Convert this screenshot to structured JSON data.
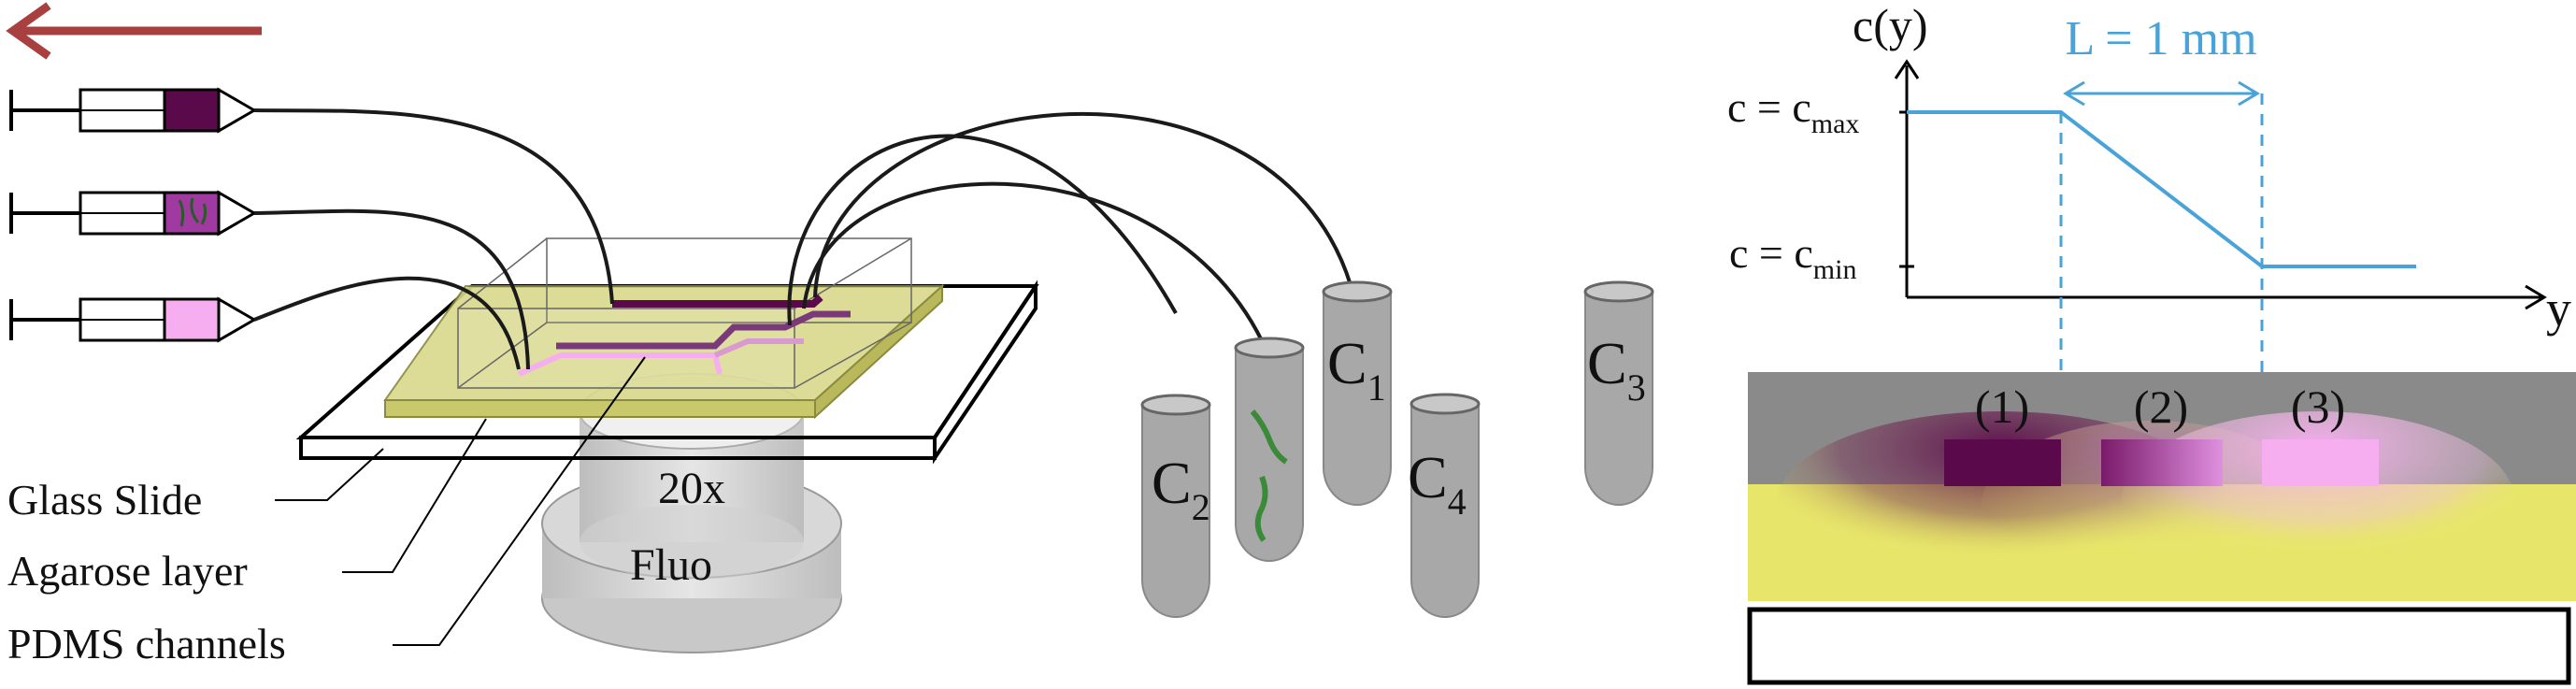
{
  "labels": {
    "glass_slide": "Glass Slide",
    "agarose_layer": "Agarose layer",
    "pdms_channels": "PDMS channels",
    "objective_mag": "20x",
    "objective_mode": "Fluo"
  },
  "tubes": [
    {
      "name": "C",
      "sub": "2"
    },
    {
      "name": "C",
      "sub": "1"
    },
    {
      "name": "C",
      "sub": "4"
    },
    {
      "name": "C",
      "sub": "3"
    }
  ],
  "graph": {
    "y_axis_label": "c(y)",
    "x_axis_label": "y",
    "cmax_prefix": "c = c",
    "cmax_sub": "max",
    "cmin_prefix": "c = c",
    "cmin_sub": "min",
    "length_label": "L = 1 mm",
    "line_color": "#4aa3d8"
  },
  "channels": {
    "labels": [
      "(1)",
      "(2)",
      "(3)"
    ],
    "colors": [
      "#5a0a4a",
      "#a03aa0",
      "#f7aef0"
    ]
  },
  "colors": {
    "arrow": "#a84040",
    "agarose": "#e8e66a",
    "pdms_grey": "#8a8a8a",
    "syringe_dark": "#5a0a4a",
    "syringe_mid": "#a03aa0",
    "syringe_light": "#f7aef0"
  }
}
